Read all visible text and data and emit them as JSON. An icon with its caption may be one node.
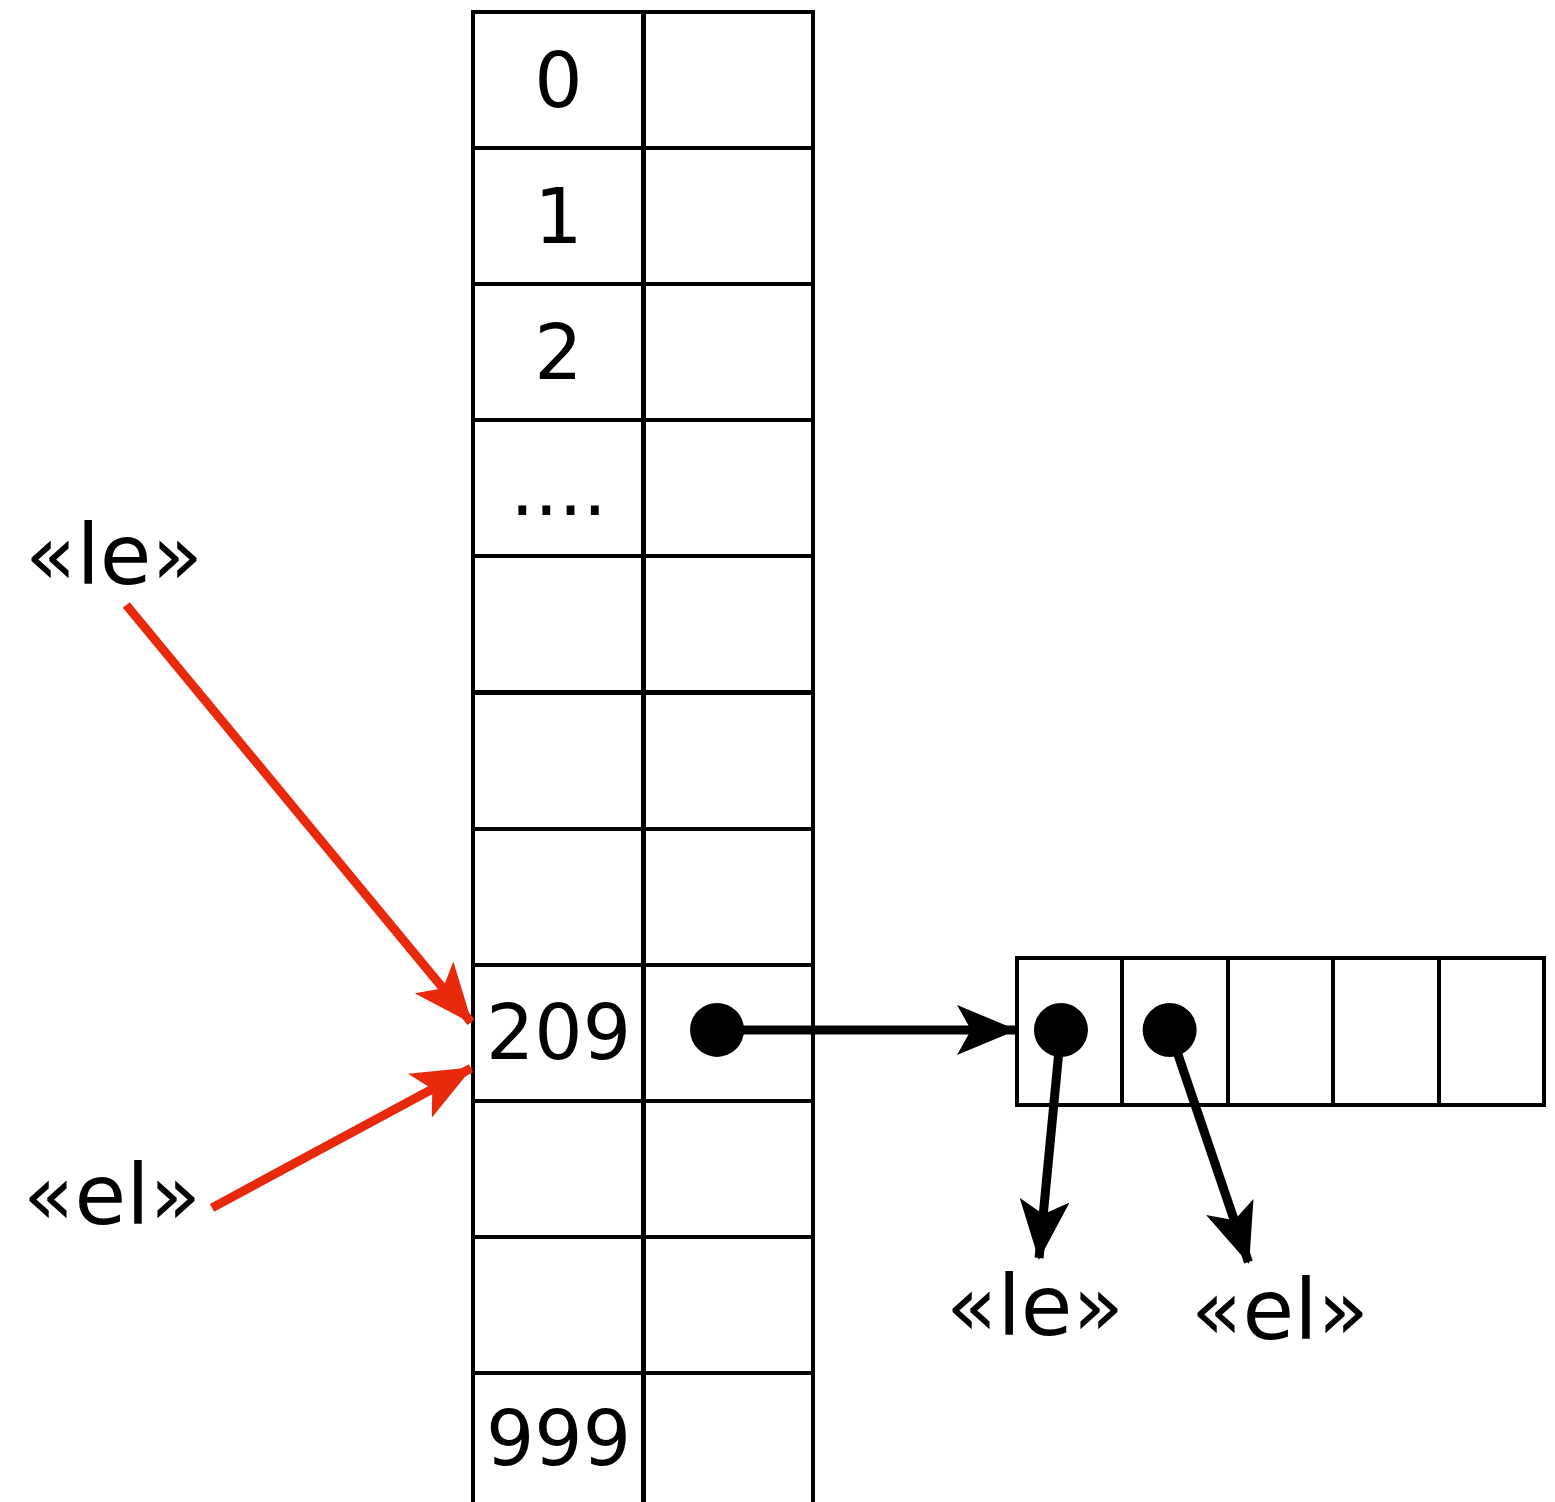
{
  "diagram": {
    "nodes": [
      {
        "text": [
          "0"
        ]
      },
      {
        "text": [],
        "shape": "box"
      },
      {
        "text": [
          "1"
        ]
      },
      {
        "text": [],
        "shape": "box"
      },
      {
        "text": [
          "2"
        ]
      },
      {
        "text": [],
        "shape": "box"
      },
      {
        "text": [
          "...."
        ]
      },
      {
        "text": [],
        "shape": "box"
      },
      {
        "text": [],
        "shape": "box"
      },
      {
        "text": [],
        "shape": "box"
      },
      {
        "text": [],
        "shape": "box"
      },
      {
        "text": [],
        "shape": "box"
      },
      {
        "text": [],
        "shape": "box"
      },
      {
        "text": [],
        "shape": "box"
      },
      {
        "text": [
          "209"
        ]
      },
      {
        "text": [],
        "shape": "box"
      },
      {
        "text": [],
        "shape": "box"
      },
      {
        "text": [],
        "shape": "box"
      },
      {
        "text": [],
        "shape": "box"
      },
      {
        "text": [],
        "shape": "box"
      },
      {
        "text": [
          "999"
        ]
      },
      {
        "text": [],
        "shape": "box"
      },
      {
        "text": [],
        "shape": "box"
      },
      {
        "text": [],
        "shape": "box"
      },
      {
        "text": [],
        "shape": "box"
      },
      {
        "text": [],
        "shape": "box"
      },
      {
        "text": [],
        "shape": "box"
      },
      {
        "text": [
          "«le»"
        ]
      },
      {
        "text": [
          "«el»"
        ]
      },
      {
        "text": [
          "«le»"
        ]
      },
      {
        "text": [
          "«el»"
        ]
      }
    ],
    "edges": [
      {
        "from": 27,
        "to": 14,
        "arrow": "to",
        "color": "#e8290b"
      },
      {
        "from": 28,
        "to": 14,
        "arrow": "to",
        "color": "#e8290b"
      },
      {
        "from": 15,
        "to": 22,
        "arrow": "to"
      },
      {
        "from": 22,
        "to": 29,
        "arrow": "to"
      },
      {
        "from": 23,
        "to": 30,
        "arrow": "to"
      }
    ]
  }
}
